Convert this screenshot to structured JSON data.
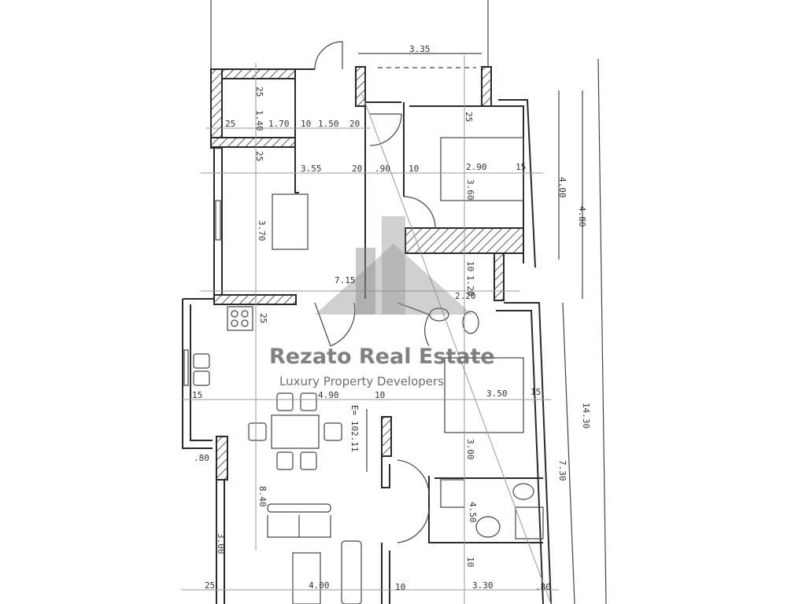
{
  "watermark": {
    "title": "Rezato Real Estate",
    "subtitle": "Luxury Property Developers"
  },
  "area_label": "E= 102.11",
  "dimensions": {
    "top_balcony": "3.35",
    "storage_top": [
      "25",
      "1.40",
      "25",
      "1.70",
      "10",
      "1.50",
      "20",
      "25"
    ],
    "bedroom1_row": [
      "3.55",
      "20",
      ".90",
      "10",
      "2.90",
      "15"
    ],
    "bedroom1_top": "25",
    "living_height": "3.70",
    "bedroom1_height": "3.60",
    "right_overall": [
      "4.00",
      "4.80",
      "7.30",
      "14.30"
    ],
    "hall": [
      "7.15",
      "10",
      "1.20",
      "2.20"
    ],
    "kitchen": "25",
    "middle_row": [
      "15",
      "4.90",
      "10",
      "3.50",
      "15"
    ],
    "bedroom2_height": "3.00",
    "left_side": [
      ".80",
      "3.00"
    ],
    "living_depth": "8.40",
    "bath_height": "4.50",
    "bottom_row": [
      "25",
      "4.00",
      "10",
      "3.30",
      ".80"
    ],
    "bottom_small": "10"
  }
}
